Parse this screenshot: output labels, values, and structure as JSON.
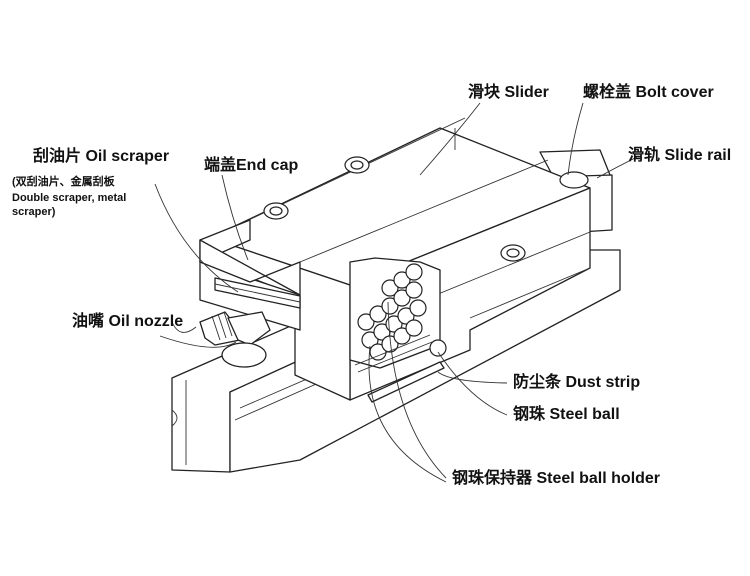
{
  "labels": {
    "slider": "滑块 Slider",
    "bolt_cover": "螺栓盖 Bolt cover",
    "slide_rail": "滑轨 Slide rail",
    "oil_scraper": "刮油片 Oil scraper",
    "oil_scraper_note_1": "(双刮油片、金属刮板",
    "oil_scraper_note_2": "Double scraper, metal",
    "oil_scraper_note_3": "scraper)",
    "end_cap": "端盖End cap",
    "oil_nozzle": "油嘴 Oil nozzle",
    "dust_strip": "防尘条 Dust strip",
    "steel_ball": "钢珠 Steel ball",
    "steel_ball_holder": "钢珠保持器 Steel ball holder"
  }
}
